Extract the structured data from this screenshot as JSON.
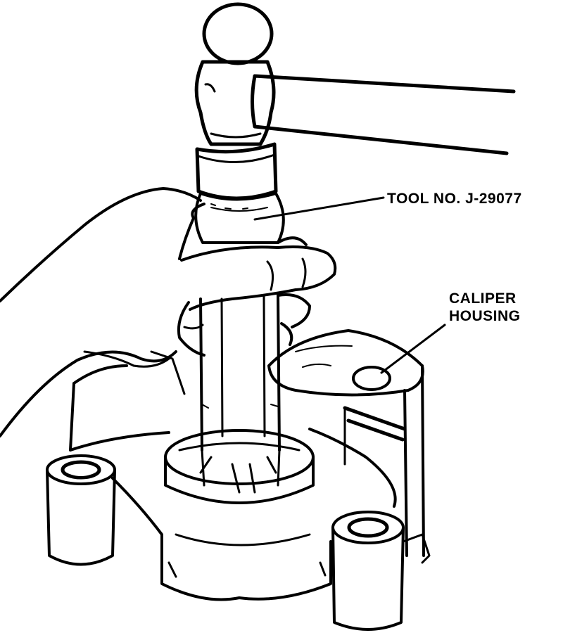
{
  "callouts": {
    "tool": "TOOL NO. J-29077",
    "caliper_line1": "CALIPER",
    "caliper_line2": "HOUSING"
  }
}
